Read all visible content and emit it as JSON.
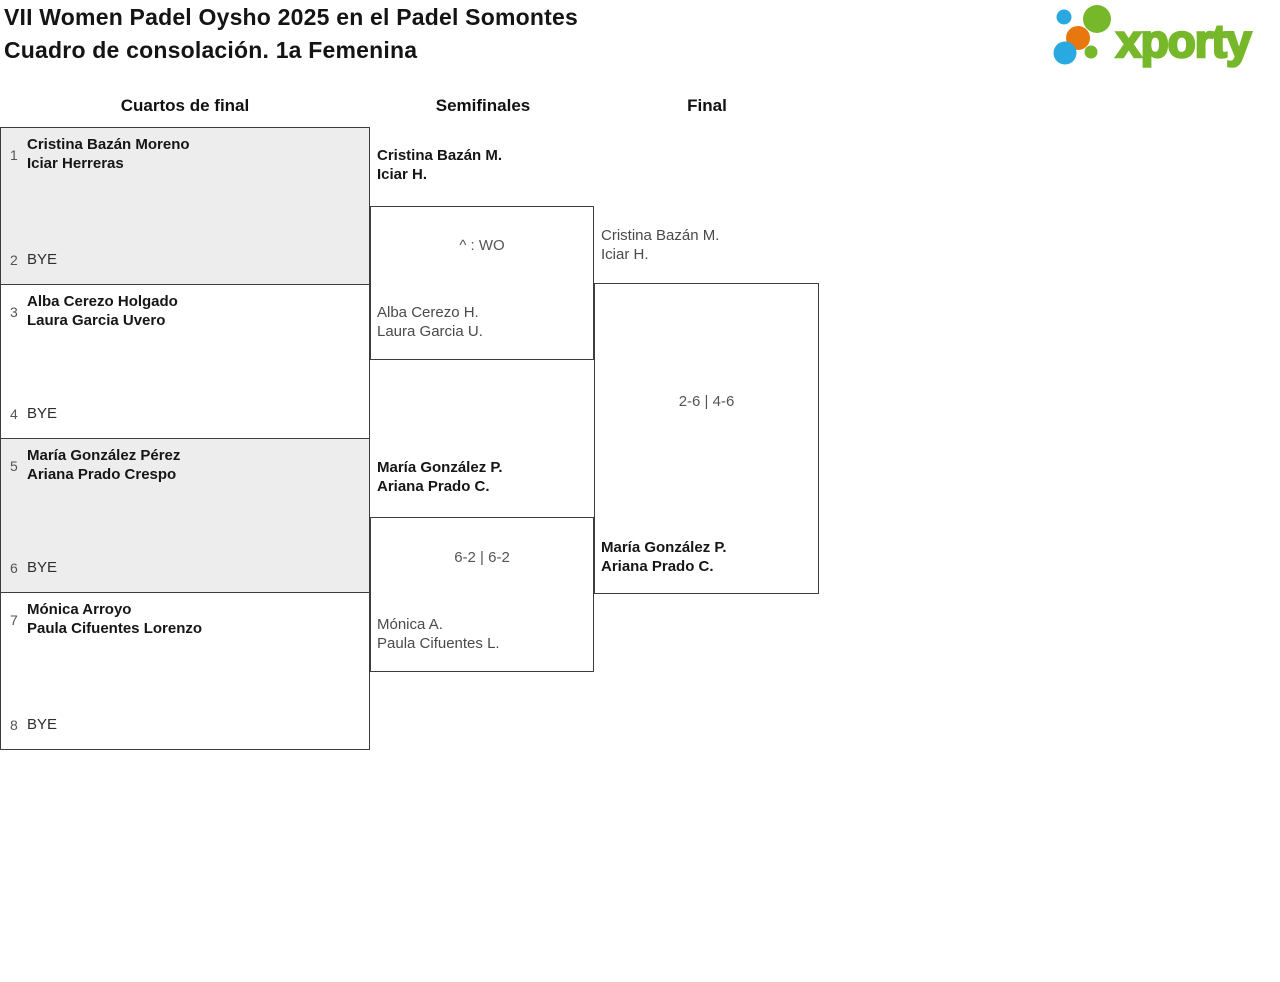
{
  "header": {
    "title_line1": "VII Women Padel Oysho 2025 en el Padel Somontes",
    "title_line2": "Cuadro de consolación. 1a Femenina",
    "logo": {
      "wordmark": "xporty",
      "colors": {
        "green": "#76b82a",
        "blue": "#29a9e1",
        "orange": "#e8770e"
      }
    }
  },
  "rounds": {
    "quarterfinals": "Cuartos de final",
    "semifinals": "Semifinales",
    "final": "Final"
  },
  "quarterfinals": [
    {
      "seed_top": "1",
      "team_top_line1": "Cristina Bazán Moreno",
      "team_top_line2": "Iciar Herreras",
      "seed_bottom": "2",
      "bottom": "BYE"
    },
    {
      "seed_top": "3",
      "team_top_line1": "Alba Cerezo Holgado",
      "team_top_line2": "Laura Garcia Uvero",
      "seed_bottom": "4",
      "bottom": "BYE"
    },
    {
      "seed_top": "5",
      "team_top_line1": "María González Pérez",
      "team_top_line2": "Ariana Prado Crespo",
      "seed_bottom": "6",
      "bottom": "BYE"
    },
    {
      "seed_top": "7",
      "team_top_line1": "Mónica Arroyo",
      "team_top_line2": "Paula Cifuentes Lorenzo",
      "seed_bottom": "8",
      "bottom": "BYE"
    }
  ],
  "semifinals": [
    {
      "winner_line1": "Cristina Bazán M.",
      "winner_line2": "Iciar H.",
      "score": "^ : WO",
      "loser_line1": "Alba Cerezo H.",
      "loser_line2": "Laura Garcia U."
    },
    {
      "winner_line1": "María González P.",
      "winner_line2": "Ariana Prado C.",
      "score": "6-2 | 6-2",
      "loser_line1": "Mónica A.",
      "loser_line2": "Paula Cifuentes L."
    }
  ],
  "final": {
    "runner_up_line1": "Cristina Bazán M.",
    "runner_up_line2": "Iciar H.",
    "score": "2-6 | 4-6",
    "winner_line1": "María González P.",
    "winner_line2": "Ariana Prado C."
  }
}
